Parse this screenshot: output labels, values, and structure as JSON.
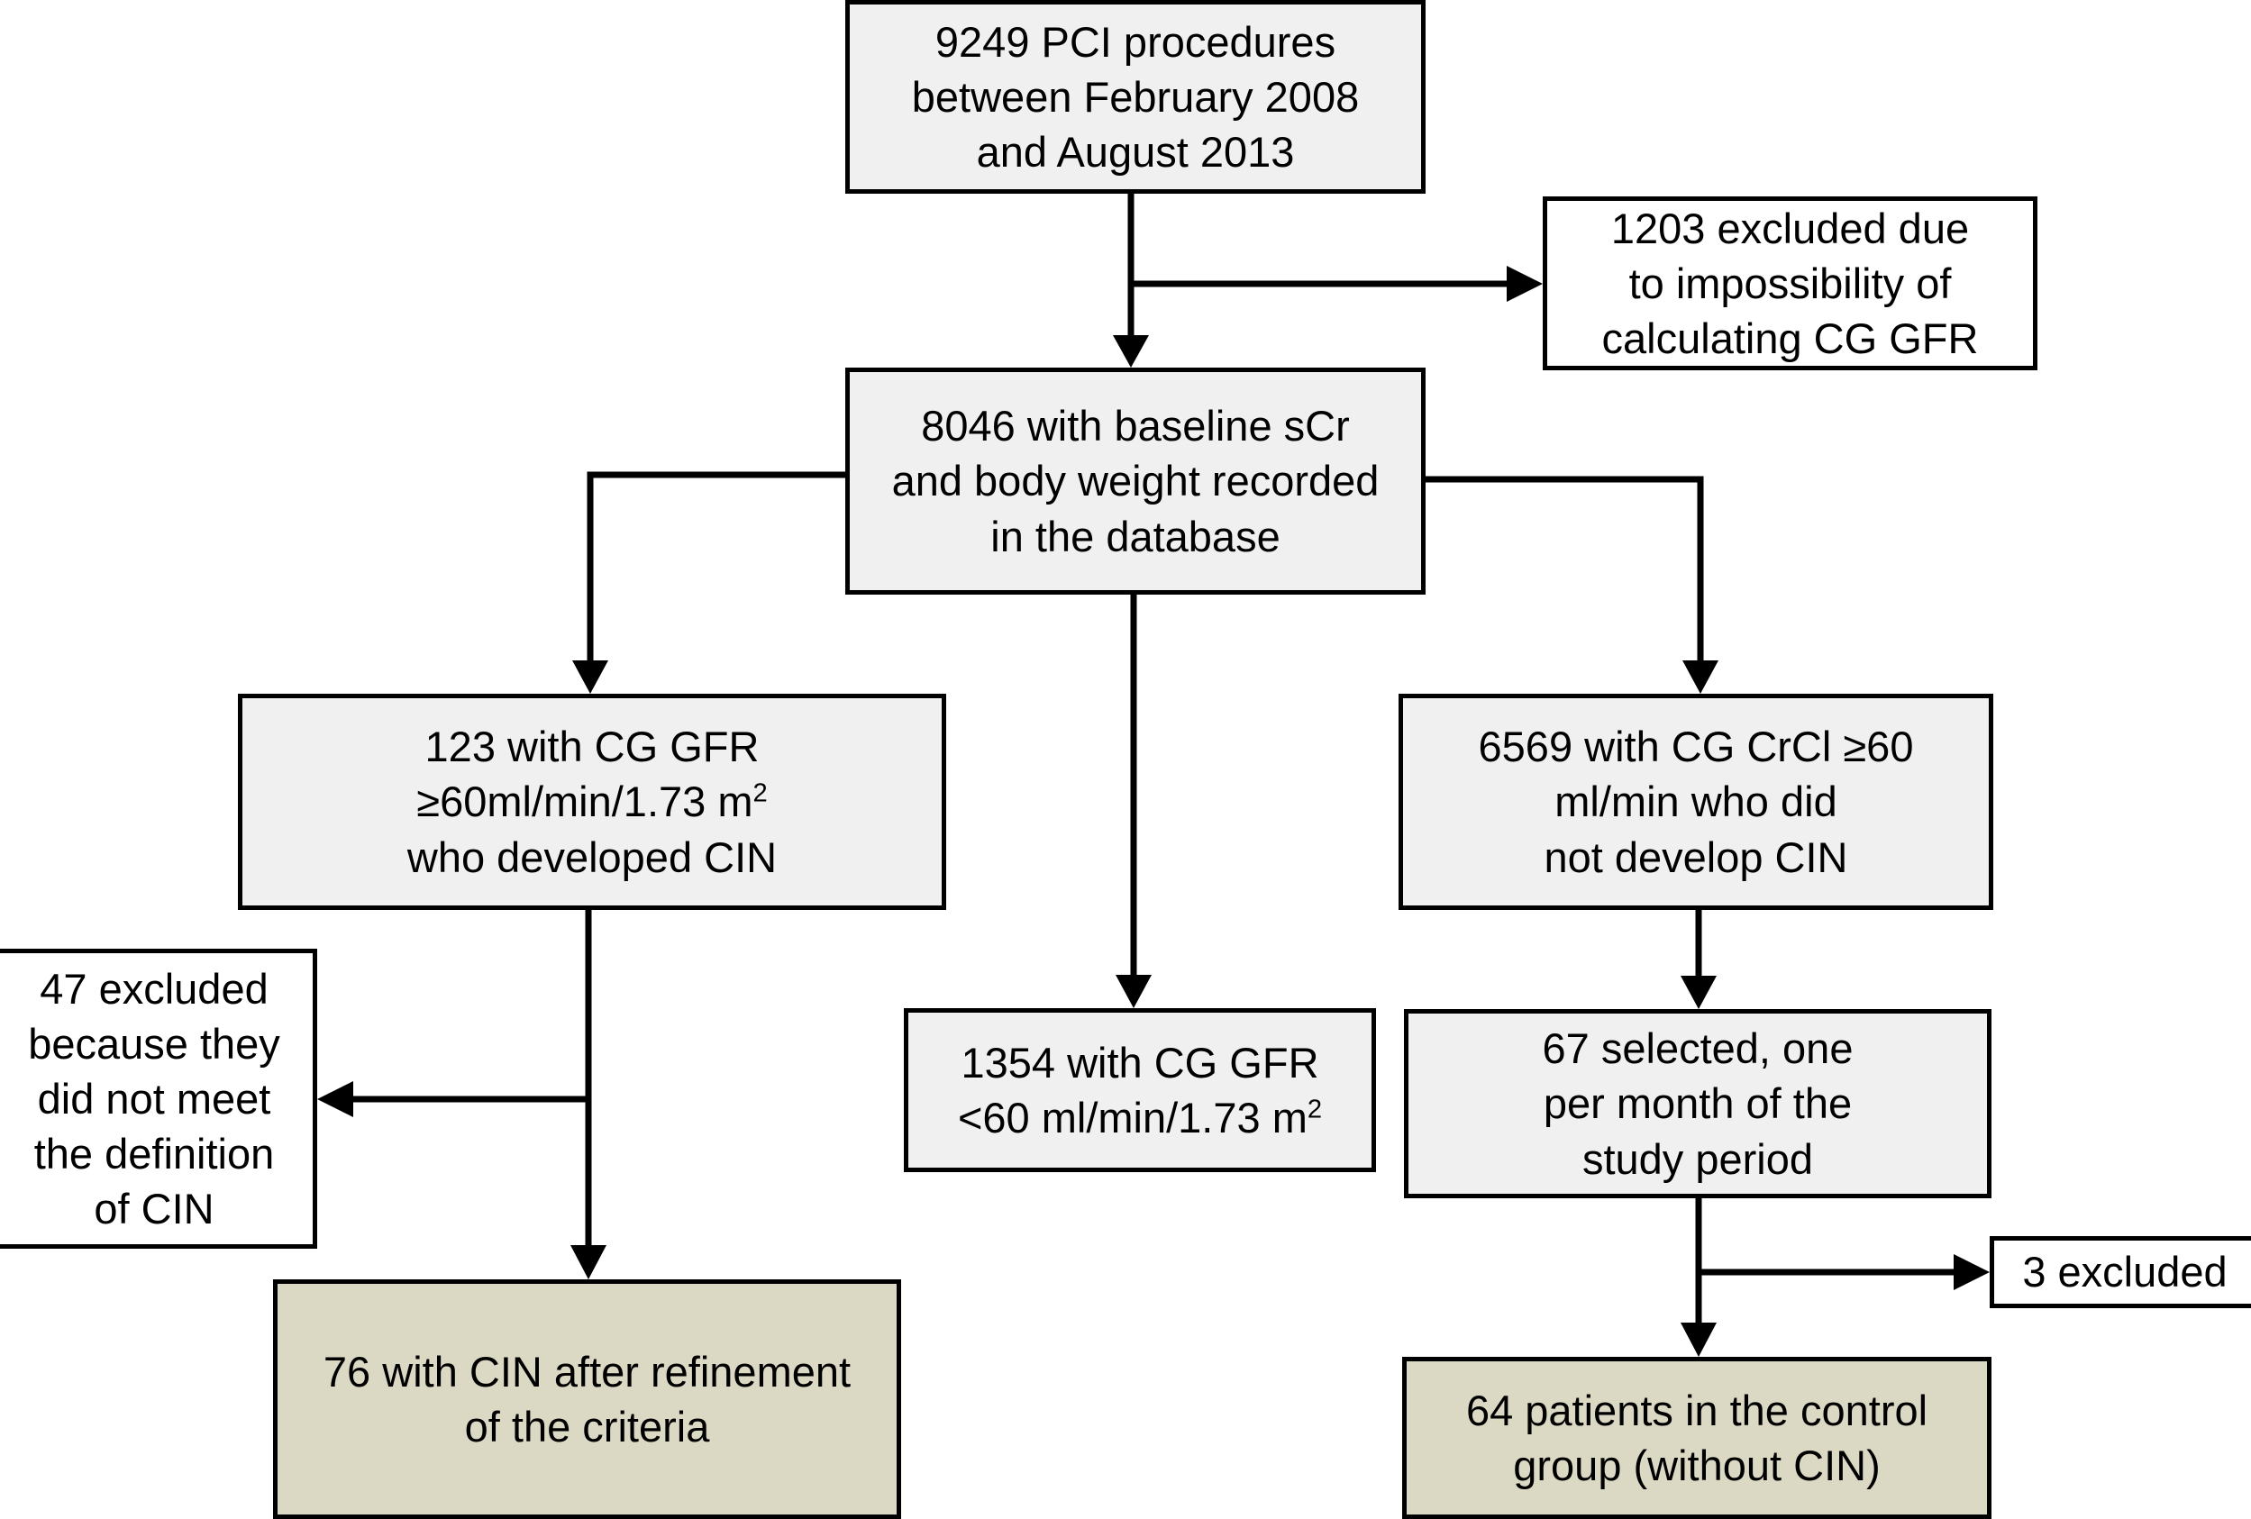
{
  "diagram": {
    "title": "Study flow diagram of PCI procedures and CIN case-control selection",
    "type": "flowchart",
    "colors": {
      "box_fill_primary": "#f0f0f0",
      "box_fill_excluded": "#ffffff",
      "box_fill_outcome": "#dbd9c4",
      "border": "#000000",
      "text": "#000000",
      "background": "#ffffff"
    },
    "nodes": [
      {
        "id": "total-procedures",
        "style": "gray",
        "text": "9249 PCI procedures\nbetween February 2008\nand August 2013"
      },
      {
        "id": "excluded-no-gfr",
        "style": "white",
        "text": "1203 excluded due\nto impossibility of\ncalculating CG GFR"
      },
      {
        "id": "baseline-recorded",
        "style": "gray",
        "text": "8046 with baseline sCr\nand body weight recorded\nin the database"
      },
      {
        "id": "gfr-ge60-cin",
        "style": "gray",
        "line1": "123 with CG GFR",
        "line2_pre": "≥60ml/min/1.73 m",
        "line2_sup": "2",
        "line3": "who developed CIN"
      },
      {
        "id": "gfr-lt60",
        "style": "gray",
        "line1": "1354 with CG GFR",
        "line2_pre": "<60 ml/min/1.73 m",
        "line2_sup": "2"
      },
      {
        "id": "crcl-ge60-no-cin",
        "style": "gray",
        "text": "6569 with CG CrCl ≥60\nml/min who did\nnot develop CIN"
      },
      {
        "id": "excluded-not-cin-definition",
        "style": "white",
        "text": "47 excluded\nbecause they\ndid not meet\nthe definition\nof CIN"
      },
      {
        "id": "selected-one-per-month",
        "style": "gray",
        "text": "67 selected, one\nper month of the\nstudy period"
      },
      {
        "id": "excluded-three",
        "style": "white",
        "text": "3 excluded"
      },
      {
        "id": "cin-after-refinement",
        "style": "beige",
        "text": "76 with CIN after refinement\nof the criteria"
      },
      {
        "id": "control-group",
        "style": "beige",
        "text": "64 patients in the control\ngroup (without CIN)"
      }
    ],
    "edges": [
      {
        "from": "total-procedures",
        "to": "baseline-recorded",
        "kind": "arrow-down"
      },
      {
        "from": "total-procedures",
        "to": "excluded-no-gfr",
        "kind": "arrow-right"
      },
      {
        "from": "baseline-recorded",
        "to": "gfr-ge60-cin",
        "kind": "elbow-left-down"
      },
      {
        "from": "baseline-recorded",
        "to": "gfr-lt60",
        "kind": "arrow-down"
      },
      {
        "from": "baseline-recorded",
        "to": "crcl-ge60-no-cin",
        "kind": "elbow-right-down"
      },
      {
        "from": "gfr-ge60-cin",
        "to": "excluded-not-cin-definition",
        "kind": "arrow-left"
      },
      {
        "from": "gfr-ge60-cin",
        "to": "cin-after-refinement",
        "kind": "arrow-down"
      },
      {
        "from": "crcl-ge60-no-cin",
        "to": "selected-one-per-month",
        "kind": "arrow-down"
      },
      {
        "from": "selected-one-per-month",
        "to": "excluded-three",
        "kind": "arrow-right"
      },
      {
        "from": "selected-one-per-month",
        "to": "control-group",
        "kind": "arrow-down"
      }
    ]
  }
}
